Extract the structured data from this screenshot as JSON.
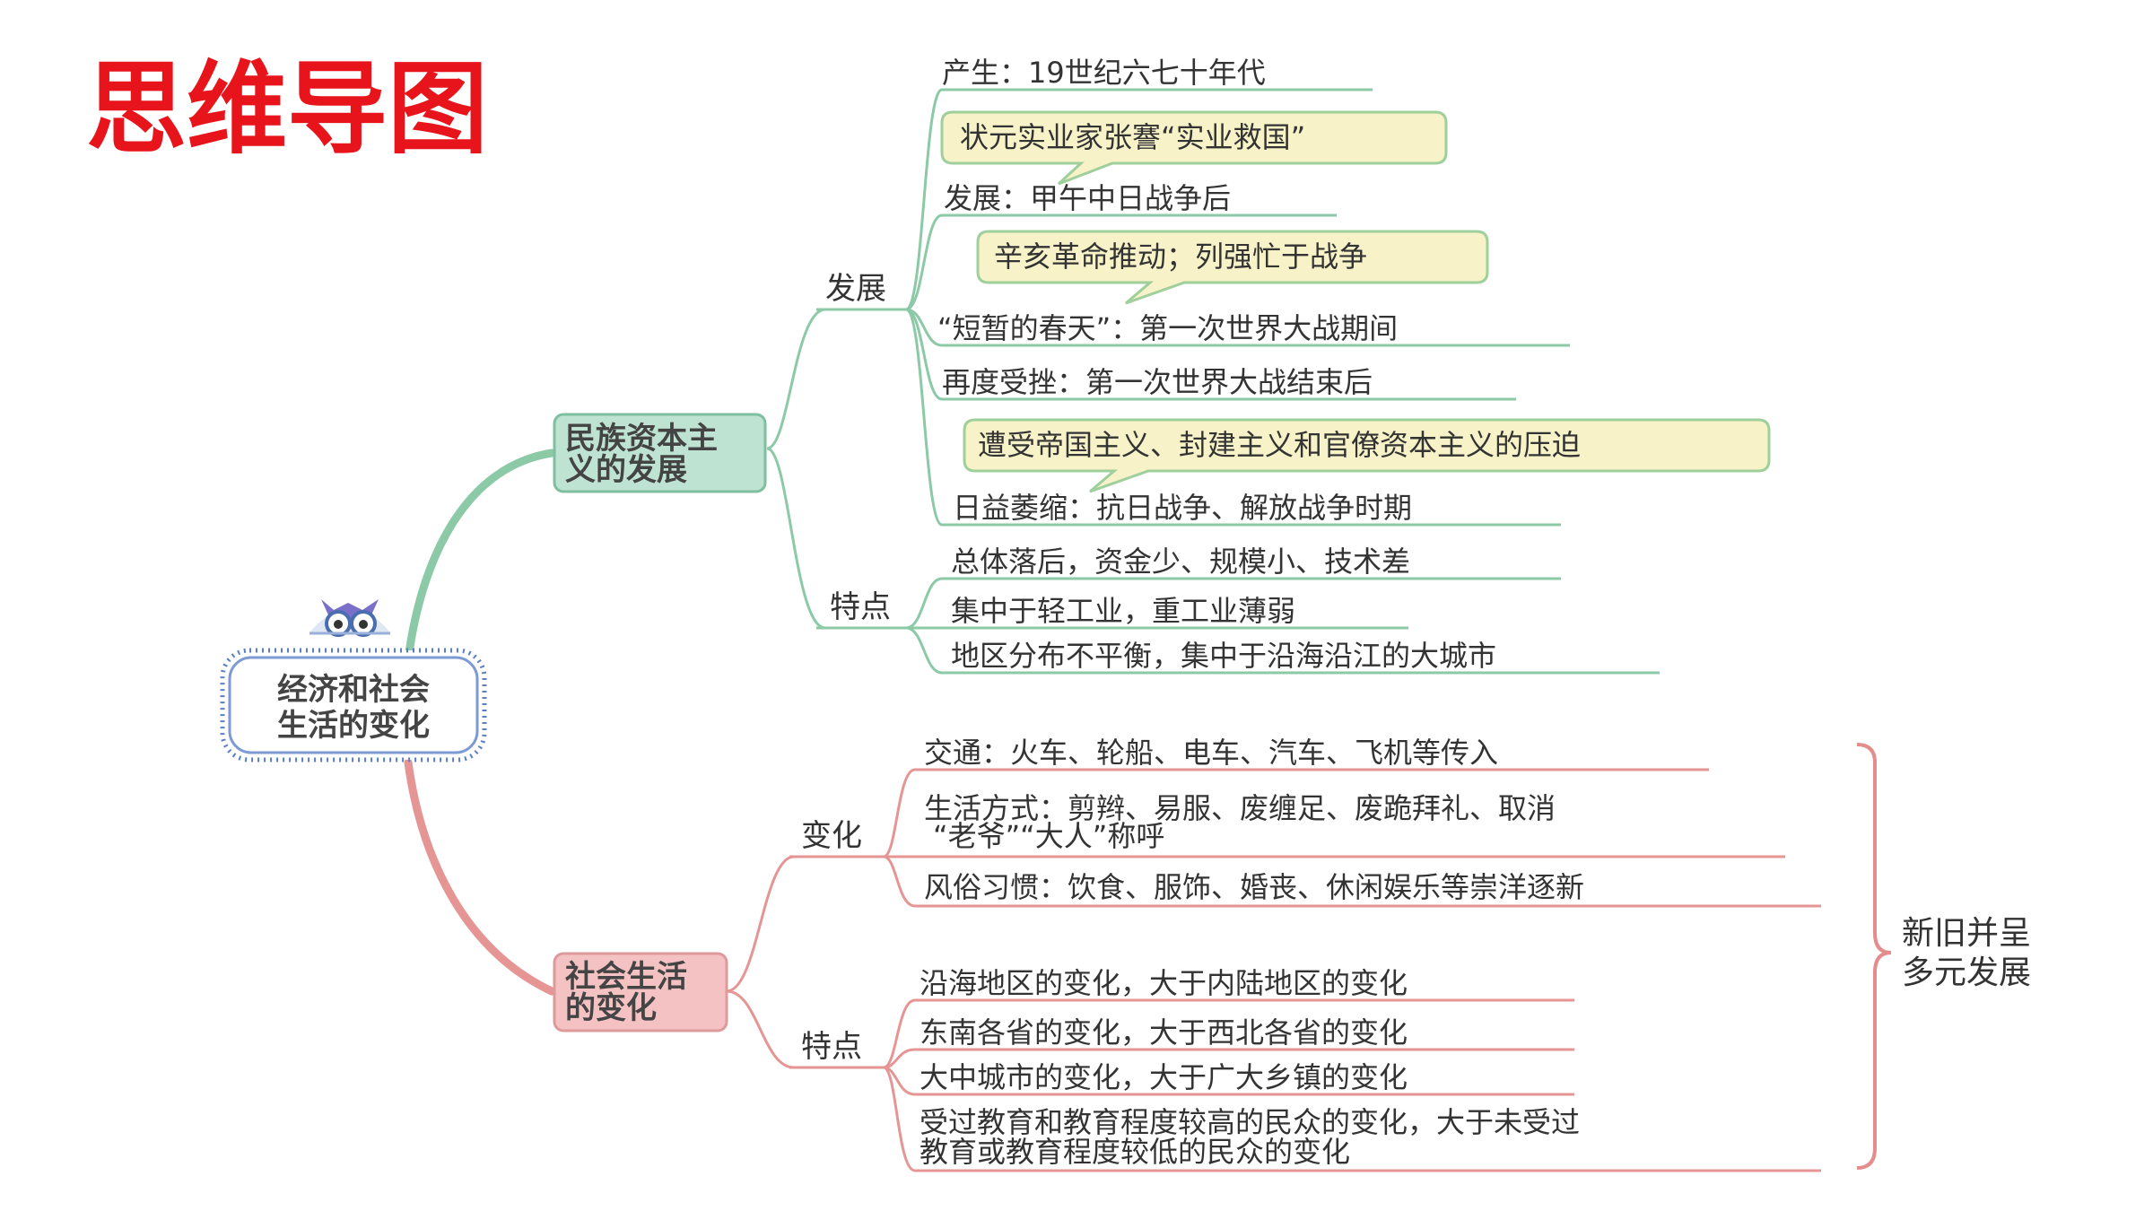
{
  "title": "思维导图",
  "colors": {
    "title": "#e8141b",
    "green_line": "#8cc9a6",
    "green_fill": "#bfe3d2",
    "green_border": "#7fbfa0",
    "red_line": "#e69595",
    "red_fill": "#f4c2c2",
    "red_border": "#de9a9a",
    "root_border": "#5b7fc4",
    "callout_fill": "#f7f2c8",
    "callout_border": "#9fcf9a",
    "summary_brace": "#e48d8d"
  },
  "root": {
    "line1": "经济和社会",
    "line2": "生活的变化",
    "icon": "owl-icon"
  },
  "branches": [
    {
      "line1": "民族资本主",
      "line2": "义的发展",
      "subs": [
        {
          "label": "发展",
          "items": [
            "产生：19世纪六七十年代",
            "状元实业家张謇“实业救国”",
            "发展：甲午中日战争后",
            "辛亥革命推动；列强忙于战争",
            "“短暂的春天”：第一次世界大战期间",
            "再度受挫：第一次世界大战结束后",
            "遭受帝国主义、封建主义和官僚资本主义的压迫",
            "日益萎缩：抗日战争、解放战争时期"
          ]
        },
        {
          "label": "特点",
          "items": [
            "总体落后，资金少、规模小、技术差",
            "集中于轻工业，重工业薄弱",
            "地区分布不平衡，集中于沿海沿江的大城市"
          ]
        }
      ]
    },
    {
      "line1": "社会生活",
      "line2": "的变化",
      "subs": [
        {
          "label": "变化",
          "items": [
            "交通：火车、轮船、电车、汽车、飞机等传入",
            "生活方式：剪辫、易服、废缠足、废跪拜礼、取消",
            "“老爷”“大人”称呼",
            "风俗习惯：饮食、服饰、婚丧、休闲娱乐等崇洋逐新"
          ]
        },
        {
          "label": "特点",
          "items": [
            "沿海地区的变化，大于内陆地区的变化",
            "东南各省的变化，大于西北各省的变化",
            "大中城市的变化，大于广大乡镇的变化",
            "受过教育和教育程度较高的民众的变化，大于未受过",
            "教育或教育程度较低的民众的变化"
          ]
        }
      ]
    }
  ],
  "summary": {
    "line1": "新旧并呈",
    "line2": "多元发展"
  }
}
